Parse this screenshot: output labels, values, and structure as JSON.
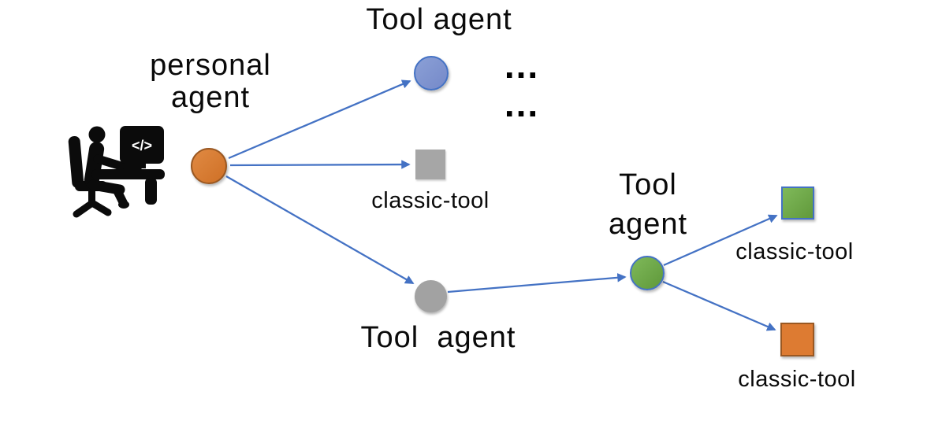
{
  "figure": {
    "type": "multi-agent tool-use diagram",
    "background": "#ffffff",
    "arrow_color": "#4472c4",
    "labels": {
      "personal_agent": "personal\nagent",
      "tool_agent_top": "Tool agent",
      "tool_agent_bottom": "Tool  agent",
      "tool_agent_right": "Tool\nagent",
      "classic_tool_mid": "classic-tool",
      "classic_tool_green": "classic-tool",
      "classic_tool_orange": "classic-tool",
      "ellipsis_top": "...",
      "ellipsis_bottom": "...",
      "monitor_code": "</>"
    },
    "nodes": [
      {
        "name": "personal agent",
        "shape": "circle",
        "fill": "#d97b2e",
        "border": "#9a5822"
      },
      {
        "name": "Tool agent (top)",
        "shape": "circle",
        "fill": "#8096ce",
        "border": "#4472c4"
      },
      {
        "name": "classic-tool (middle)",
        "shape": "square",
        "fill": "#a6a6a6",
        "border": "none"
      },
      {
        "name": "Tool agent (bottom)",
        "shape": "circle",
        "fill": "#a2a2a2",
        "border": "none"
      },
      {
        "name": "Tool agent (right)",
        "shape": "circle",
        "fill": "#70ad47",
        "border": "#4472c4"
      },
      {
        "name": "classic-tool (green square)",
        "shape": "square",
        "fill": "#70ad47",
        "border": "#4472c4"
      },
      {
        "name": "classic-tool (orange square)",
        "shape": "square",
        "fill": "#dd7b32",
        "border": "#9a5822"
      }
    ],
    "edges": [
      {
        "from": "personal agent",
        "to": "Tool agent (top)"
      },
      {
        "from": "personal agent",
        "to": "classic-tool (middle)"
      },
      {
        "from": "personal agent",
        "to": "Tool agent (bottom)"
      },
      {
        "from": "Tool agent (bottom)",
        "to": "Tool agent (right)"
      },
      {
        "from": "Tool agent (right)",
        "to": "classic-tool (green square)"
      },
      {
        "from": "Tool agent (right)",
        "to": "classic-tool (orange square)"
      }
    ],
    "icon": "developer-at-computer"
  }
}
